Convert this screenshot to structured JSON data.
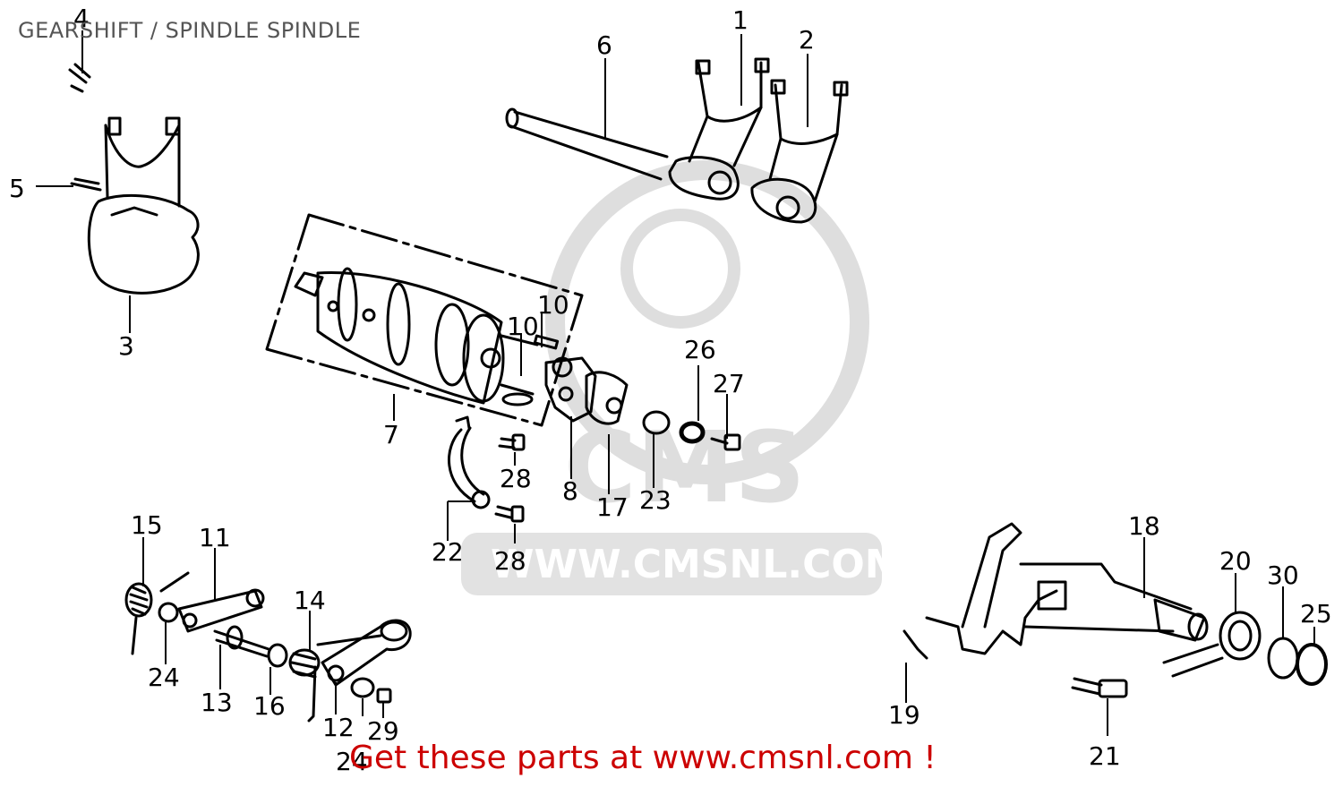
{
  "header": {
    "title": "GEARSHIFT / SPINDLE SPINDLE"
  },
  "footer": {
    "text": "Get these parts at www.cmsnl.com !"
  },
  "watermark": {
    "logo_text": "CMS",
    "url_text": "WWW.CMSNL.COM"
  },
  "callouts": {
    "c1": "1",
    "c2": "2",
    "c3": "3",
    "c4": "4",
    "c5": "5",
    "c6": "6",
    "c7": "7",
    "c8": "8",
    "c10a": "10",
    "c10b": "10",
    "c11": "11",
    "c12": "12",
    "c13": "13",
    "c14": "14",
    "c15": "15",
    "c16": "16",
    "c17": "17",
    "c18": "18",
    "c19": "19",
    "c20": "20",
    "c21": "21",
    "c22": "22",
    "c23": "23",
    "c24a": "24",
    "c24b": "24",
    "c25": "25",
    "c26": "26",
    "c27": "27",
    "c28a": "28",
    "c28b": "28",
    "c29": "29",
    "c30": "30"
  },
  "colors": {
    "line": "#000000",
    "watermark": "#dcdcdc",
    "footer": "#cc0000",
    "title": "#555555"
  }
}
